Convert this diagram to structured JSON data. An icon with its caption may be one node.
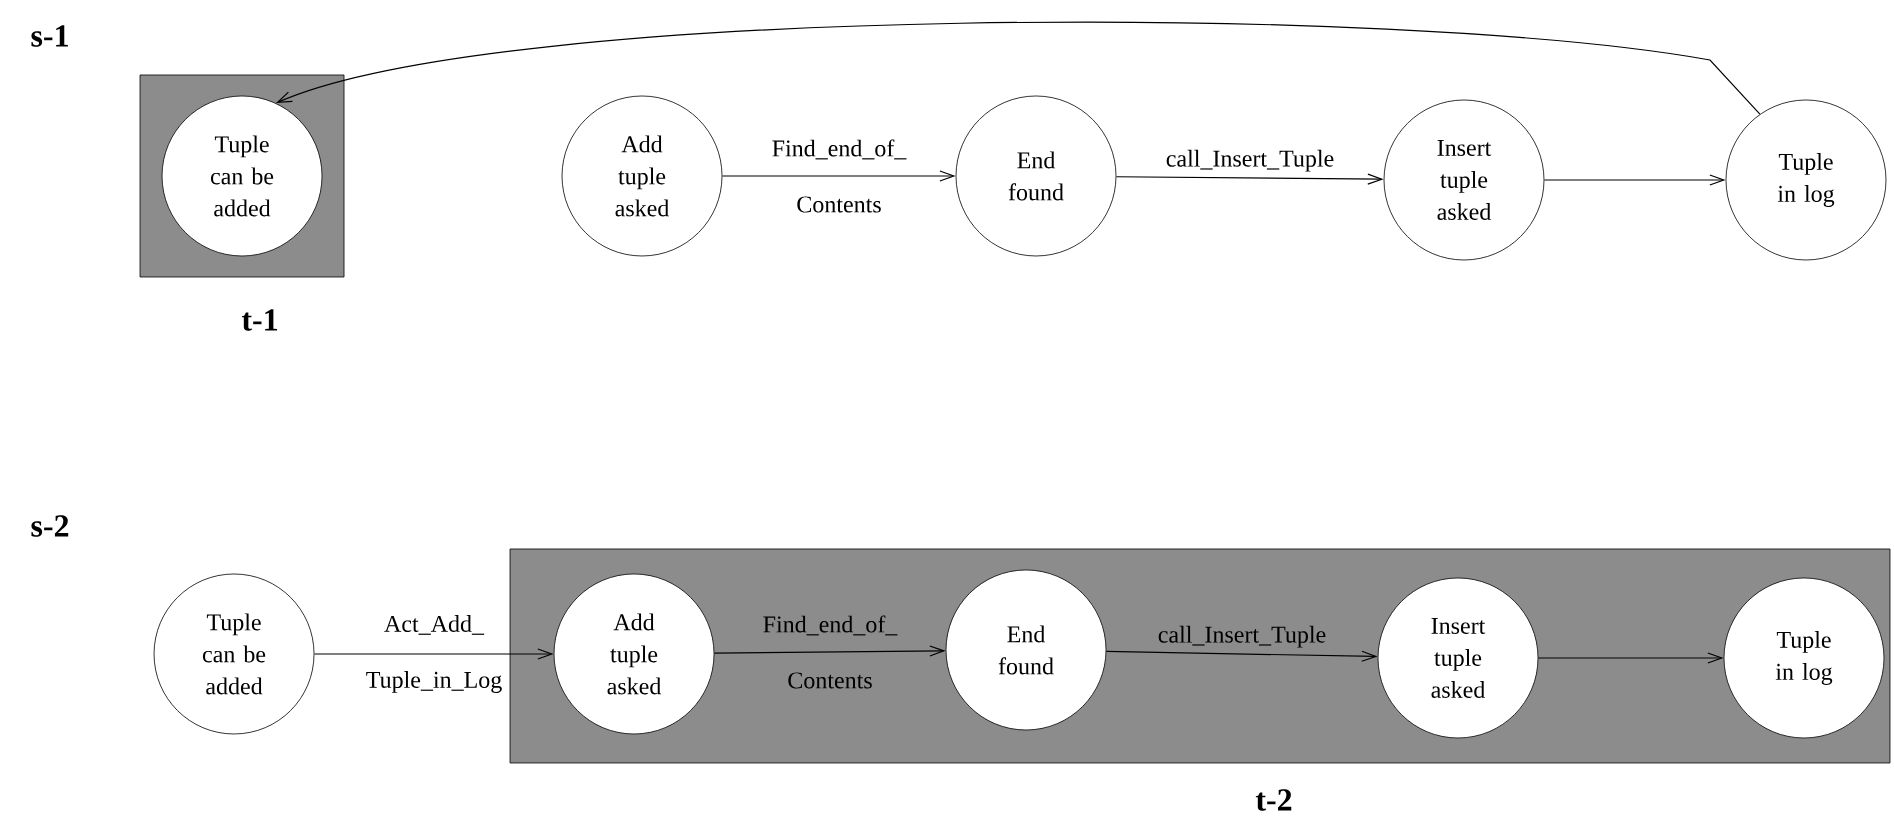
{
  "diagram": {
    "nodes": [
      {
        "text": [],
        "shape": "box",
        "beside": [
          "t-1"
        ]
      },
      {
        "text": [
          "Tuple can be added"
        ],
        "in": 0
      },
      {
        "text": [
          "Add tuple asked"
        ]
      },
      {
        "text": [
          "End found"
        ]
      },
      {
        "text": [
          "Insert tuple asked"
        ]
      },
      {
        "text": [
          "Tuple in log"
        ]
      },
      {
        "text": [
          "Tuple can be added"
        ]
      },
      {
        "text": [],
        "shape": "box",
        "beside": [
          "t-2"
        ]
      },
      {
        "text": [
          "Add tuple asked"
        ],
        "in": 7
      },
      {
        "text": [
          "End found"
        ],
        "in": 7
      },
      {
        "text": [
          "Insert tuple asked"
        ],
        "in": 7
      },
      {
        "text": [
          "Tuple in log"
        ],
        "in": 7
      }
    ],
    "edges": [
      {
        "from": 5,
        "to": 1,
        "arrow": "to"
      },
      {
        "from": 2,
        "to": 3,
        "arrow": "to",
        "label": "Find_end_of_ Contents"
      },
      {
        "from": 3,
        "to": 4,
        "arrow": "to",
        "label": "call_Insert_Tuple"
      },
      {
        "from": 4,
        "to": 5,
        "arrow": "to"
      },
      {
        "from": 6,
        "to": 8,
        "arrow": "to",
        "label": "Act_Add_ Tuple_in_Log"
      },
      {
        "from": 8,
        "to": 9,
        "arrow": "to",
        "label": "Find_end_of_ Contents"
      },
      {
        "from": 9,
        "to": 10,
        "arrow": "to",
        "label": "call_Insert_Tuple"
      },
      {
        "from": 10,
        "to": 11,
        "arrow": "to"
      }
    ],
    "labels": [
      "s-1",
      "s-2"
    ]
  }
}
